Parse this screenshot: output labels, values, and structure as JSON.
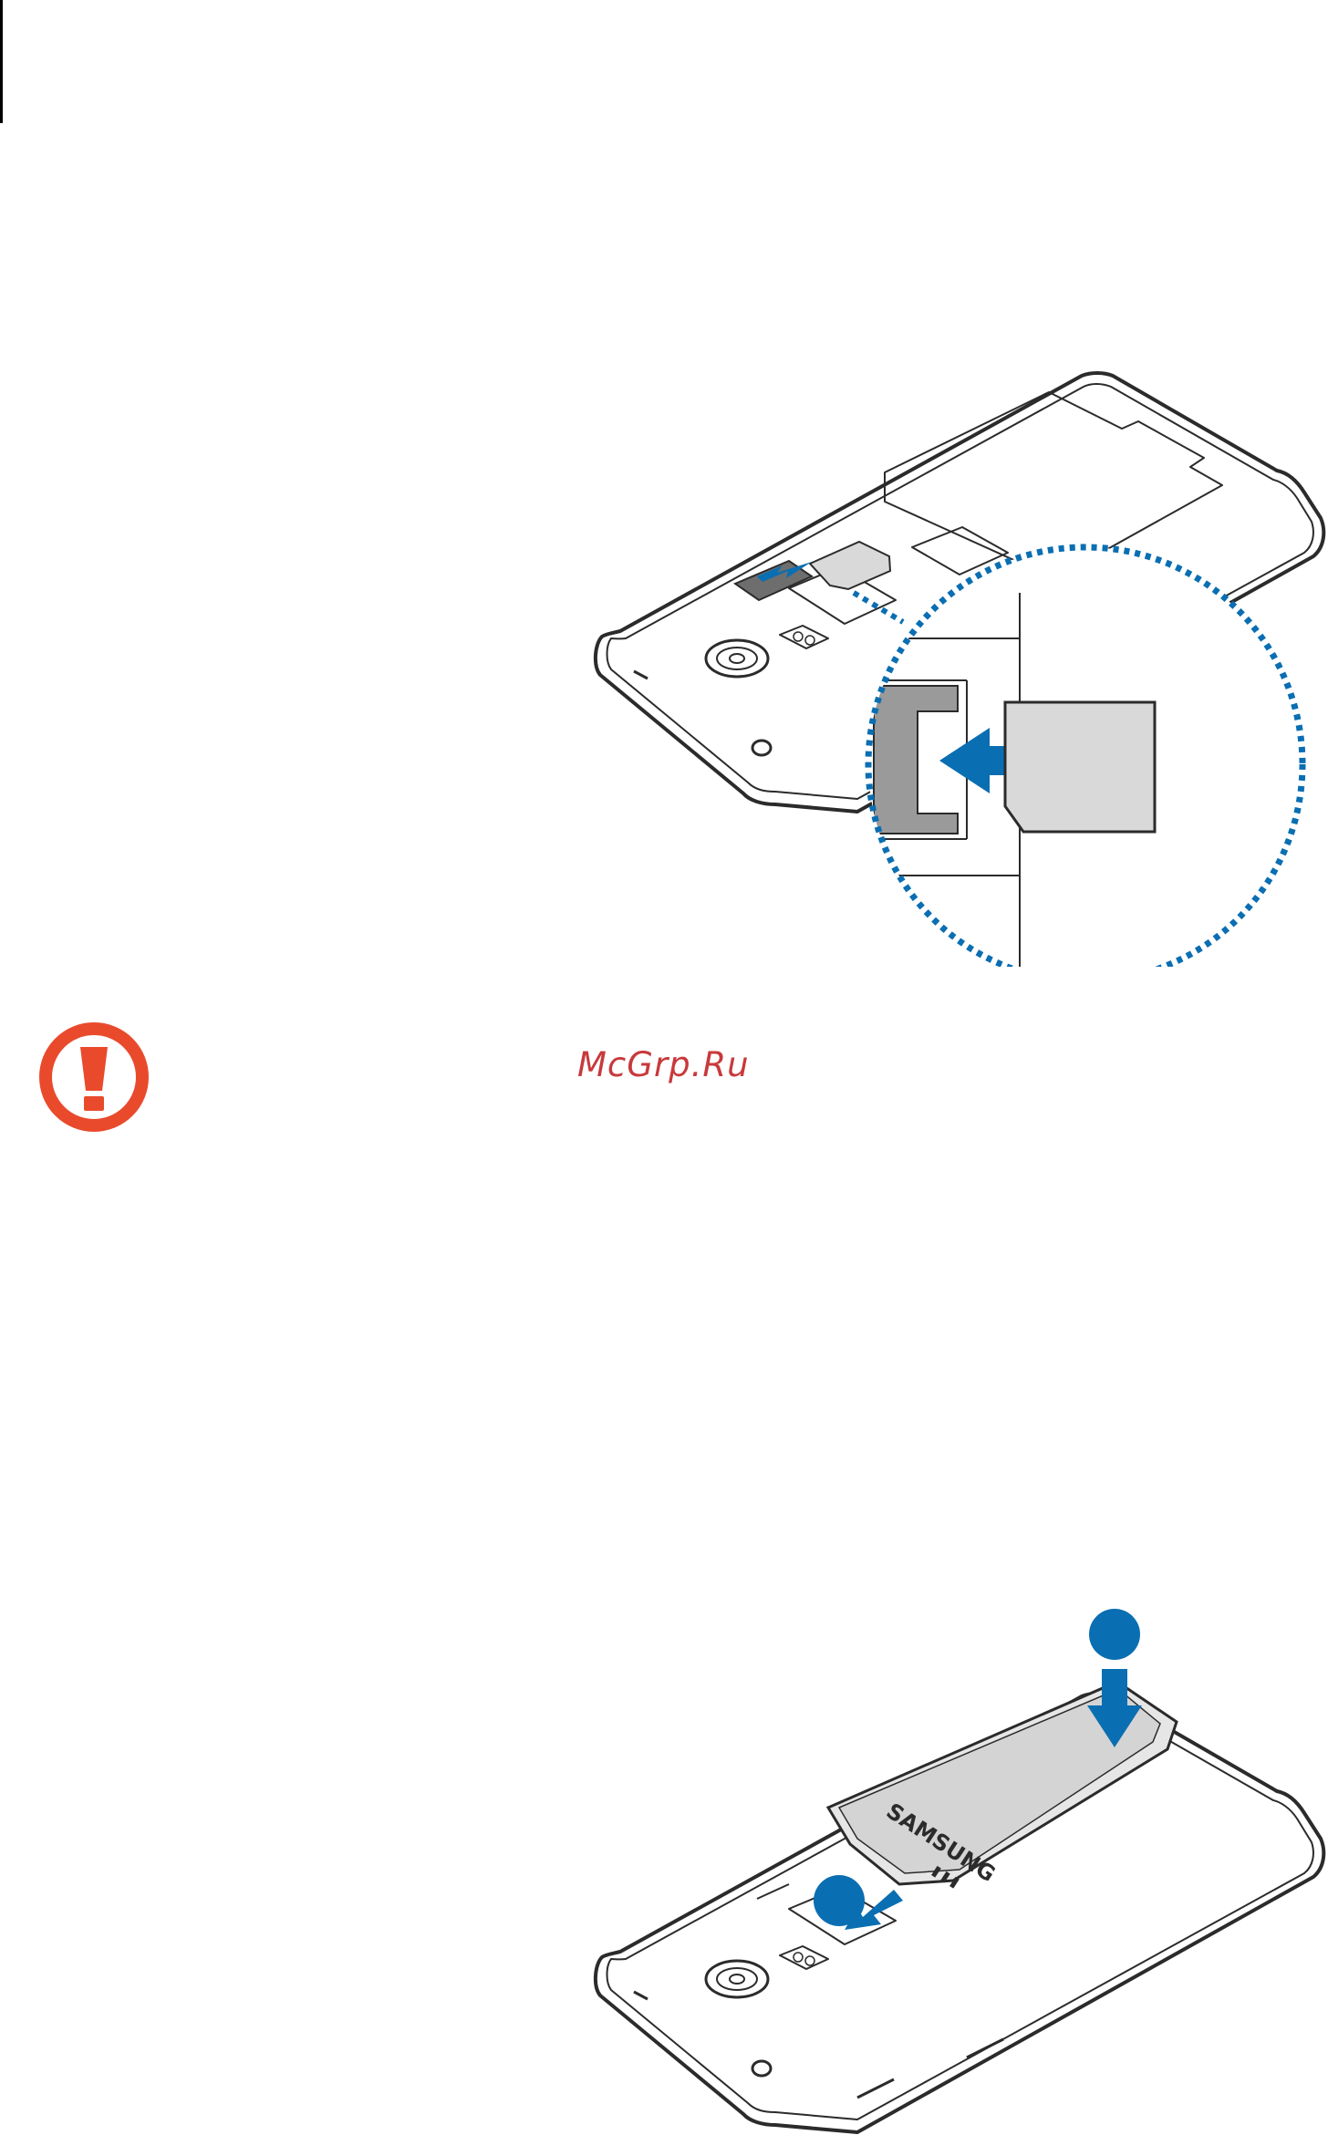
{
  "page": {
    "watermark": "McGrp.Ru"
  },
  "illustrations": {
    "sim": {
      "icon": "sim-card-insert-illustration"
    },
    "battery": {
      "icon": "battery-insert-illustration",
      "brand": "SAMSUNG",
      "steps": [
        "",
        ""
      ]
    }
  },
  "caution": {
    "icon": "caution-exclamation-icon"
  },
  "colors": {
    "accent_blue": "#0a6eb2",
    "caution_red": "#e94a2c",
    "watermark_red": "#c8393b",
    "line": "#2b2b2b",
    "sim_gray": "#d9d9d9",
    "slot_gray": "#9a9a9a",
    "battery_gray": "#e6e6e6"
  }
}
